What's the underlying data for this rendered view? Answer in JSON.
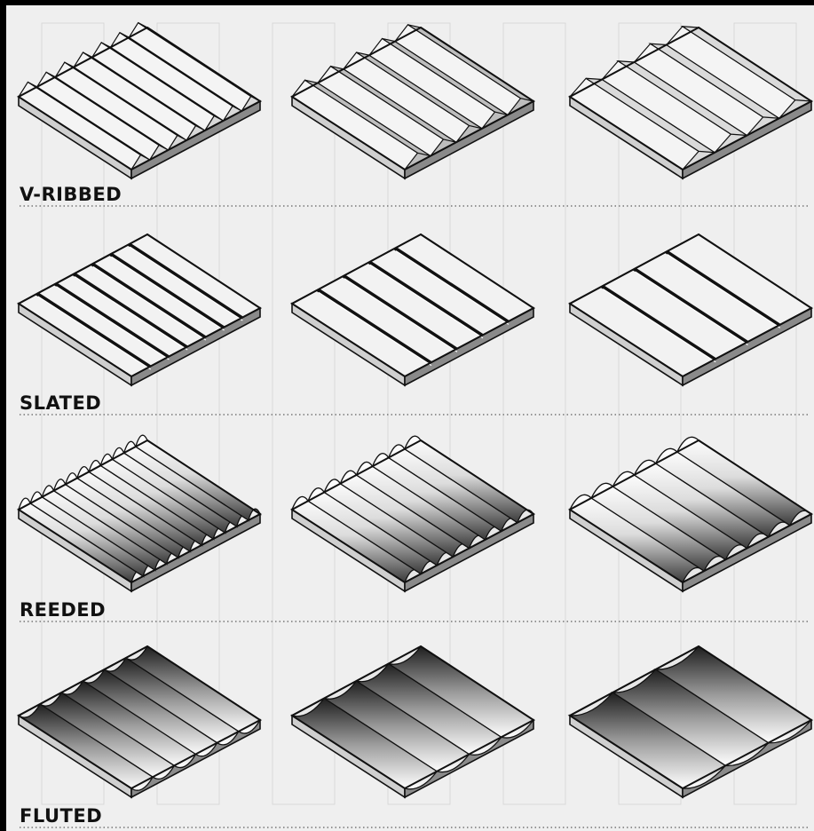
{
  "rows": [
    {
      "label": "V-RIBBED",
      "profile": "v-ribbed",
      "panels": [
        {
          "profile": "v-ribbed",
          "ribs": 7,
          "tone": "#d8d8d8"
        },
        {
          "profile": "v-ribbed",
          "ribs": 5,
          "tone": "#bdbdbd"
        },
        {
          "profile": "v-ribbed",
          "ribs": 4,
          "tone": "#dadada"
        }
      ]
    },
    {
      "label": "SLATED",
      "profile": "slated",
      "panels": [
        {
          "profile": "slated",
          "ribs": 7,
          "tone": "#f2f2f2"
        },
        {
          "profile": "slated",
          "ribs": 5,
          "tone": "#f2f2f2"
        },
        {
          "profile": "slated",
          "ribs": 4,
          "tone": "#f2f2f2"
        }
      ]
    },
    {
      "label": "REEDED",
      "profile": "reeded",
      "panels": [
        {
          "profile": "reeded",
          "ribs": 11,
          "tone": "#eeeeee"
        },
        {
          "profile": "reeded",
          "ribs": 8,
          "tone": "#e6e6e6"
        },
        {
          "profile": "reeded",
          "ribs": 6,
          "tone": "#e6e6e6"
        }
      ]
    },
    {
      "label": "FLUTED",
      "profile": "fluted",
      "panels": [
        {
          "profile": "fluted",
          "ribs": 6,
          "tone": "#e8e8e8"
        },
        {
          "profile": "fluted",
          "ribs": 4,
          "tone": "#e8e8e8"
        },
        {
          "profile": "fluted",
          "ribs": 3,
          "tone": "#e8e8e8"
        }
      ]
    }
  ],
  "colors": {
    "background": "#efefef",
    "frame": "#000000",
    "outline": "#111111",
    "side_face": "#8a8a8a",
    "label": "#111111"
  }
}
